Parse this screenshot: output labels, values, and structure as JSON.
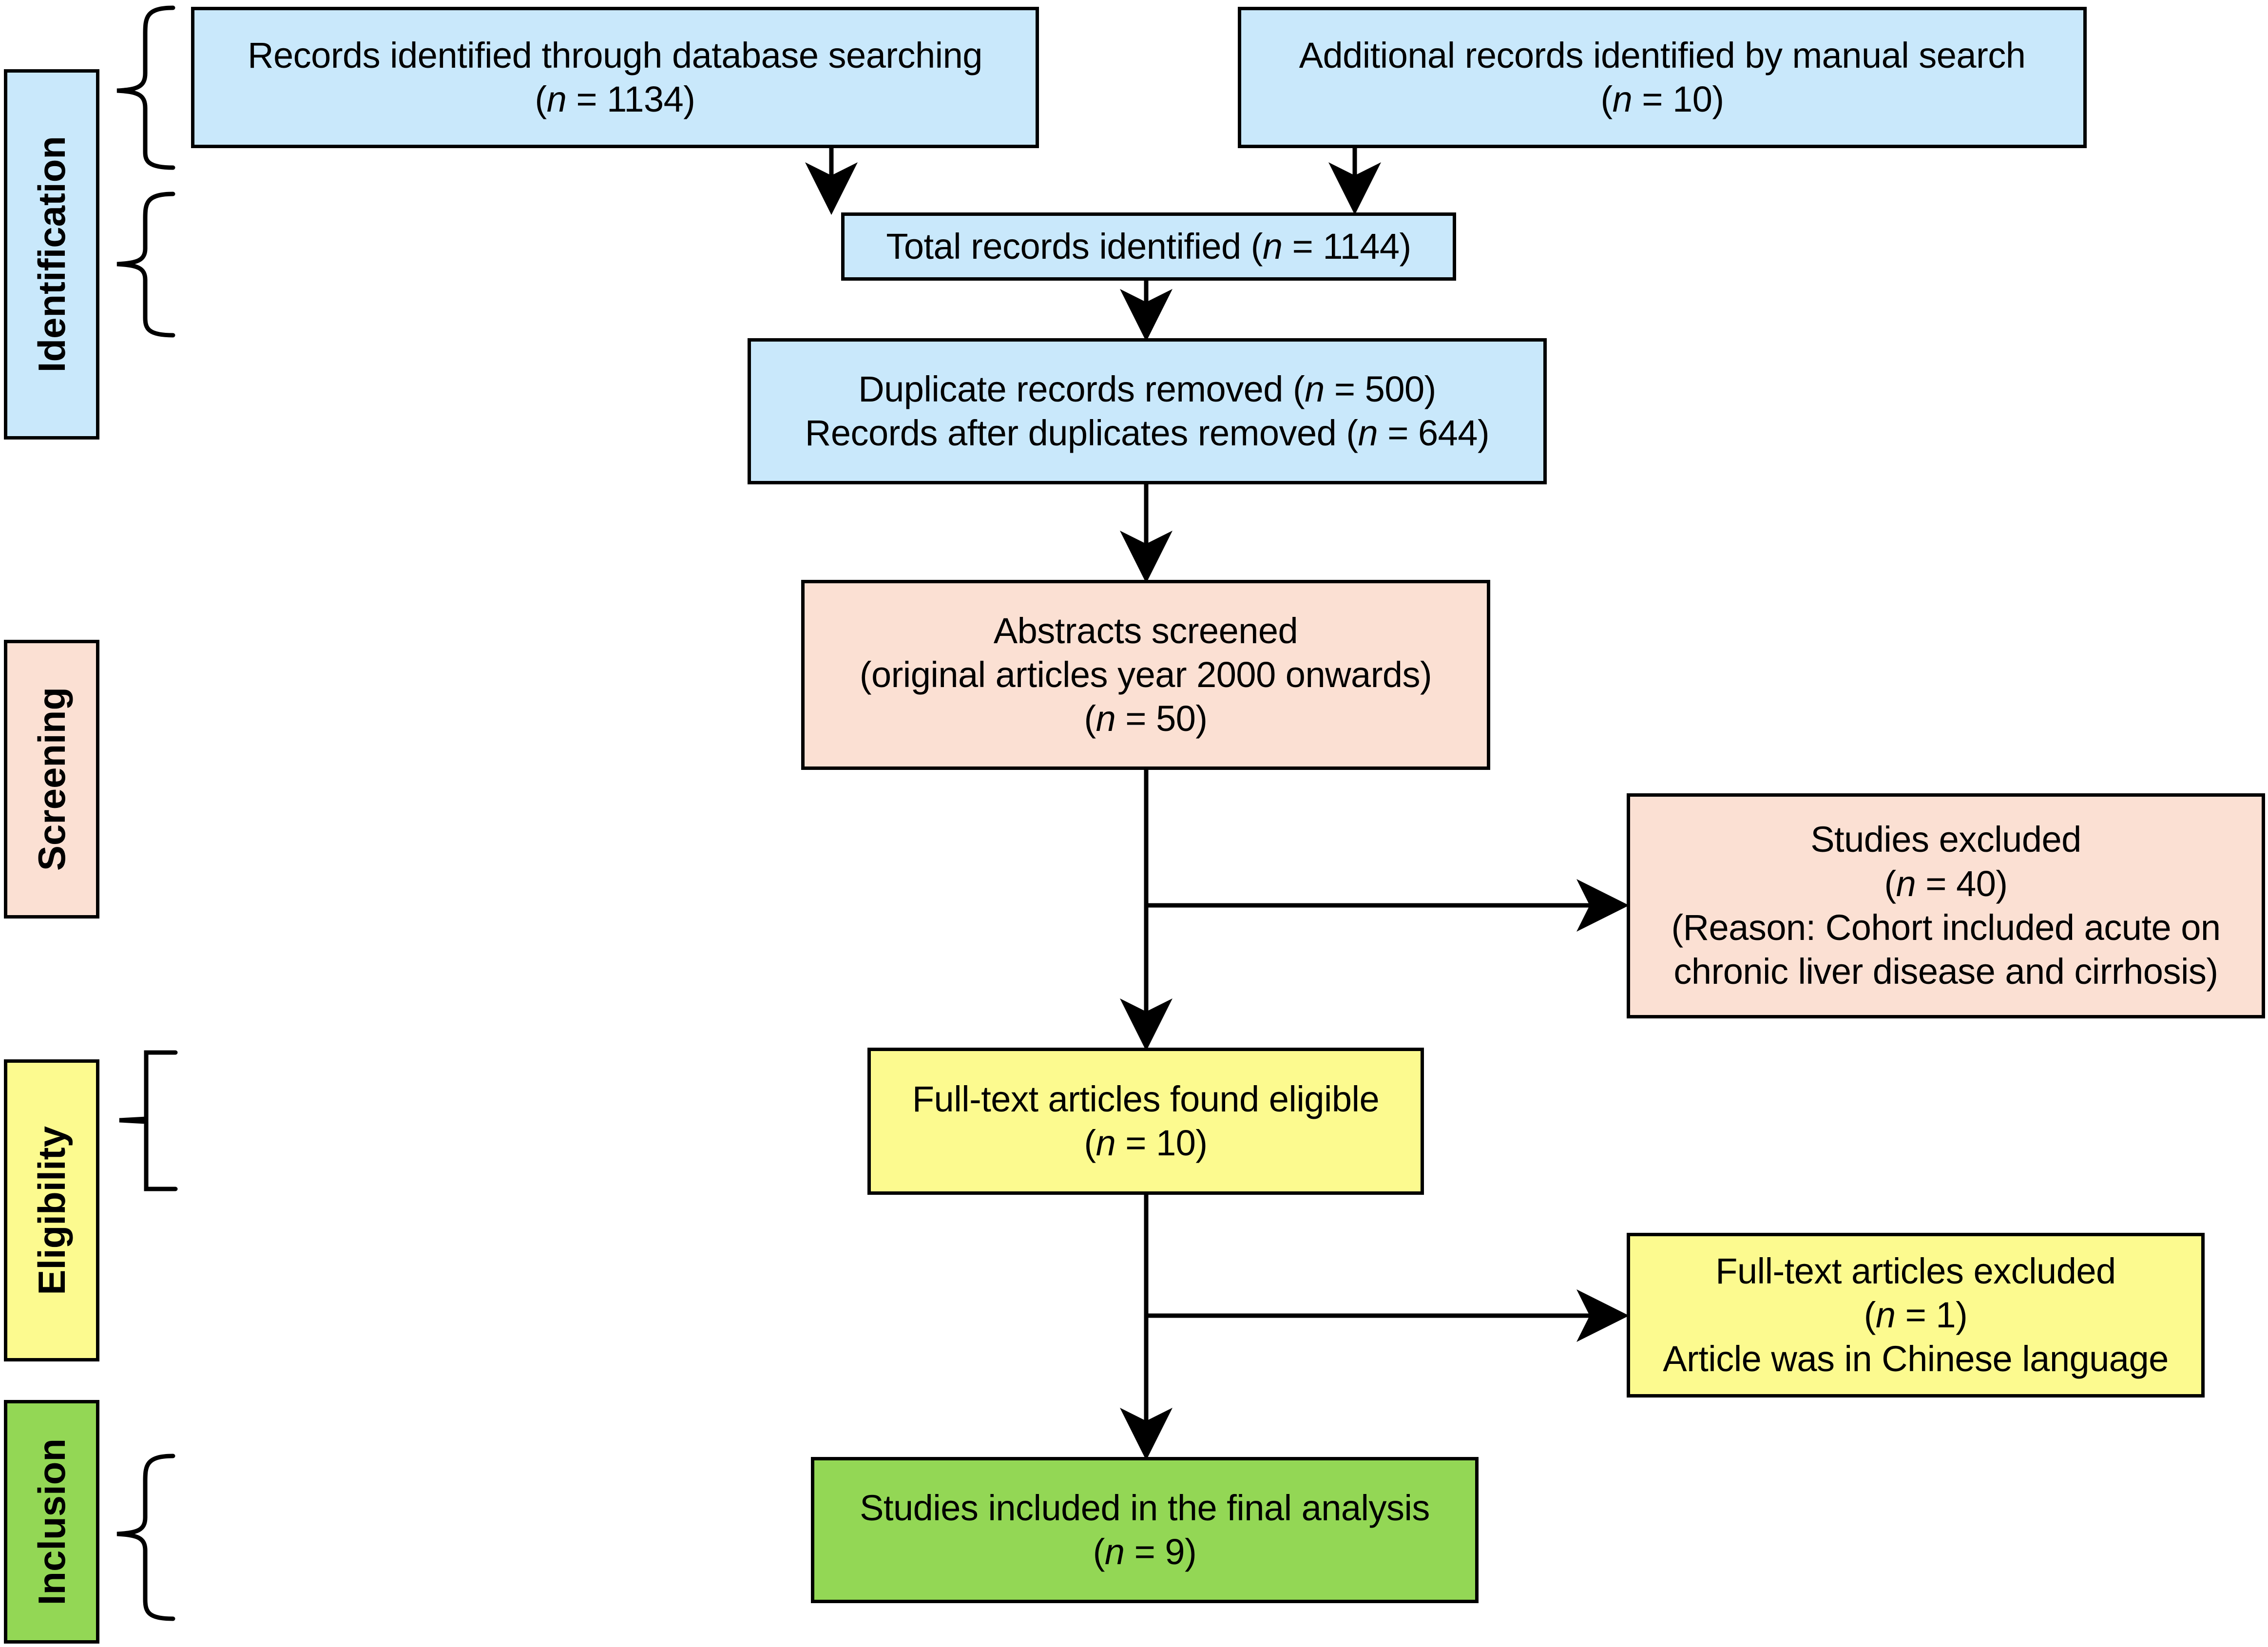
{
  "diagram": {
    "title": "PRISMA study selection flow diagram",
    "palette": {
      "identification": "#C9E8FB",
      "screening": "#FBE0D3",
      "eligibility": "#FCFA8F",
      "inclusion": "#93D755",
      "stroke": "#000000",
      "background": "#FFFFFF"
    },
    "stages": [
      {
        "key": "identification",
        "label": "Identification",
        "color": "#C9E8FB"
      },
      {
        "key": "screening",
        "label": "Screening",
        "color": "#FBE0D3"
      },
      {
        "key": "eligibility",
        "label": "Eligibility",
        "color": "#FCFA8F"
      },
      {
        "key": "inclusion",
        "label": "Inclusion",
        "color": "#93D755"
      }
    ],
    "nodes": {
      "database_records": {
        "stage": "identification",
        "color": "#C9E8FB",
        "line1": "Records identified through database searching",
        "line2": "(n = 1134)",
        "n": 1134
      },
      "manual_records": {
        "stage": "identification",
        "color": "#C9E8FB",
        "line1": "Additional records identified by manual search",
        "line2": "(n = 10)",
        "n": 10
      },
      "total_records": {
        "stage": "identification",
        "color": "#C9E8FB",
        "line1": "Total records identified (n = 1144)",
        "n": 1144
      },
      "duplicates": {
        "stage": "identification",
        "color": "#C9E8FB",
        "line1": "Duplicate records removed (n = 500)",
        "line2": "Records after duplicates removed (n = 644)",
        "n_removed": 500,
        "n_after": 644
      },
      "abstracts_screened": {
        "stage": "screening",
        "color": "#FBE0D3",
        "line1": "Abstracts screened",
        "line2": "(original articles year 2000 onwards)",
        "line3": "(n = 50)",
        "n": 50
      },
      "studies_excluded": {
        "stage": "screening",
        "color": "#FBE0D3",
        "line1": "Studies excluded",
        "line2": "(n = 40)",
        "line3": "(Reason: Cohort included acute on",
        "line4": "chronic liver disease and cirrhosis)",
        "n": 40
      },
      "fulltext_eligible": {
        "stage": "eligibility",
        "color": "#FCFA8F",
        "line1": "Full-text articles found eligible",
        "line2": "(n = 10)",
        "n": 10
      },
      "fulltext_excluded": {
        "stage": "eligibility",
        "color": "#FCFA8F",
        "line1": "Full-text articles excluded",
        "line2": "(n = 1)",
        "line3": "Article was in Chinese language",
        "n": 1
      },
      "studies_included": {
        "stage": "inclusion",
        "color": "#93D755",
        "line1": "Studies included in the final analysis",
        "line2": "(n = 9)",
        "n": 9
      }
    },
    "edges": [
      {
        "from": "database_records",
        "to": "total_records",
        "type": "arrow-down"
      },
      {
        "from": "manual_records",
        "to": "total_records",
        "type": "arrow-down"
      },
      {
        "from": "total_records",
        "to": "duplicates",
        "type": "arrow-down"
      },
      {
        "from": "duplicates",
        "to": "abstracts_screened",
        "type": "arrow-down"
      },
      {
        "from": "abstracts_screened",
        "to": "studies_excluded",
        "type": "arrow-right"
      },
      {
        "from": "abstracts_screened",
        "to": "fulltext_eligible",
        "type": "arrow-down"
      },
      {
        "from": "fulltext_eligible",
        "to": "fulltext_excluded",
        "type": "arrow-right"
      },
      {
        "from": "fulltext_eligible",
        "to": "studies_included",
        "type": "arrow-down"
      }
    ]
  }
}
